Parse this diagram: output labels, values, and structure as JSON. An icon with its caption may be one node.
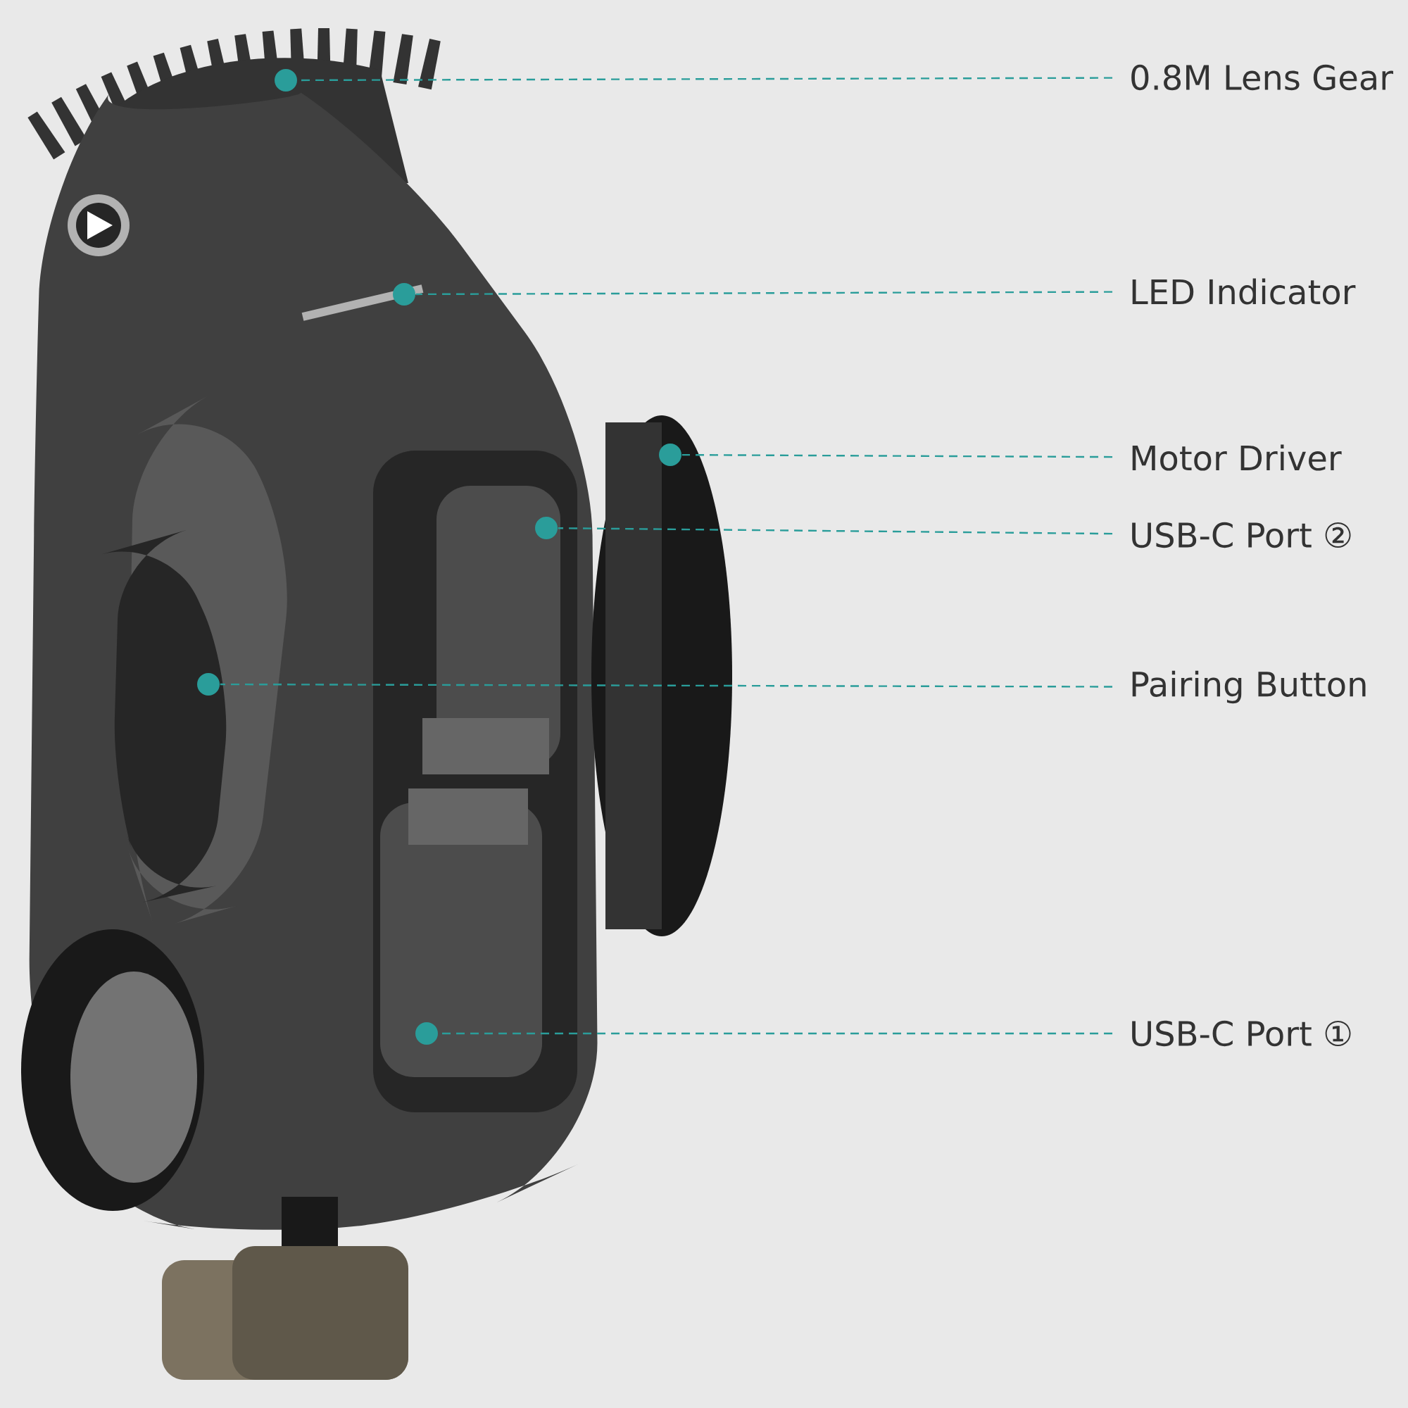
{
  "diagram": {
    "nodes": [
      {
        "text": [
          "0.8M Lens Gear"
        ]
      },
      {
        "text": [
          "LED Indicator"
        ]
      },
      {
        "text": [
          "Motor Driver"
        ]
      },
      {
        "text": [
          "USB-C Port ②"
        ]
      },
      {
        "text": [
          "Pairing Button"
        ]
      },
      {
        "text": [
          "USB-C Port ①"
        ]
      },
      {
        "text": [],
        "shape": "circle"
      },
      {
        "text": [],
        "shape": "circle"
      },
      {
        "text": [],
        "shape": "circle"
      },
      {
        "text": [],
        "shape": "circle"
      },
      {
        "text": [],
        "shape": "circle"
      },
      {
        "text": [],
        "shape": "circle"
      }
    ],
    "edges": [
      {
        "from": 0,
        "to": 6,
        "arrow": "none",
        "style": "dashed"
      },
      {
        "from": 1,
        "to": 7,
        "arrow": "none",
        "style": "dashed"
      },
      {
        "from": 2,
        "to": 8,
        "arrow": "none",
        "style": "dashed"
      },
      {
        "from": 3,
        "to": 9,
        "arrow": "none",
        "style": "dashed"
      },
      {
        "from": 4,
        "to": 10,
        "arrow": "none",
        "style": "dashed"
      },
      {
        "from": 5,
        "to": 11,
        "arrow": "none",
        "style": "dashed"
      }
    ]
  }
}
